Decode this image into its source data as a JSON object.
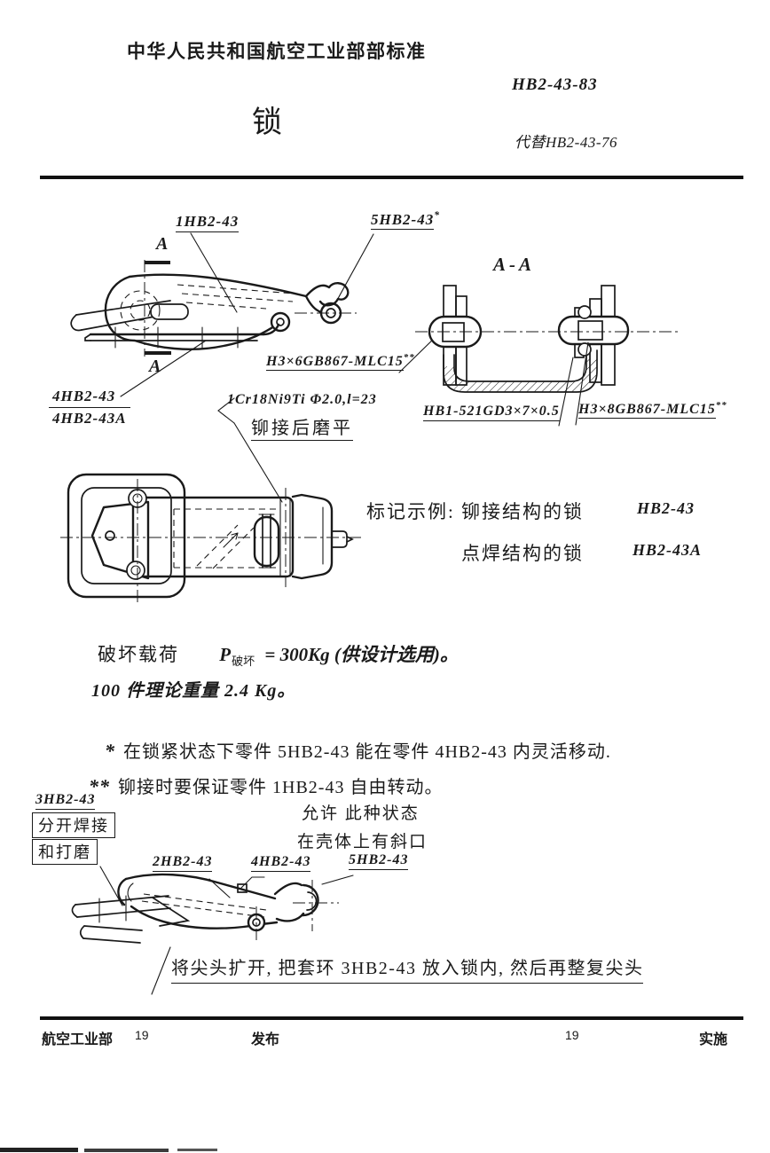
{
  "header": {
    "ministry": "中华人民共和国航空工业部部标准",
    "std_no": "HB2-43-83",
    "title": "锁",
    "replaces": "代替HB2-43-76"
  },
  "fig1": {
    "part1": "1HB2-43",
    "part5": "5HB2-43",
    "part5_sup": "*",
    "section_a_top": "A",
    "section_a_bottom": "A",
    "part4": "4HB2-43",
    "part4a": "4HB2-43A",
    "rivet6": "H3×6GB867-MLC15",
    "rivet6_sup": "**",
    "wire": "1Cr18Ni9Ti Φ2.0,l=23",
    "wire_note": "铆接后磨平"
  },
  "fig2": {
    "title": "A-A",
    "washer": "HB1-521GD3×7×0.5",
    "rivet8": "H3×8GB867-MLC15",
    "rivet8_sup": "**"
  },
  "marking": {
    "lead": "标记示例:",
    "riveted": "铆接结构的锁",
    "riveted_code": "HB2-43",
    "welded": "点焊结构的锁",
    "welded_code": "HB2-43A"
  },
  "specs": {
    "load_label": "破坏载荷",
    "load_symbol": "P",
    "load_sub": "破坏",
    "load_value": "= 300Kg (供设计选用)。",
    "weight": "100 件理论重量 2.4 Kg。"
  },
  "notes": {
    "n1_marker": "*",
    "n1": "在锁紧状态下零件 5HB2-43 能在零件 4HB2-43 内灵活移动.",
    "n2_marker": "**",
    "n2": "铆接时要保证零件 1HB2-43 自由转动。"
  },
  "fig4": {
    "part3": "3HB2-43",
    "weld_note1": "分开焊接",
    "weld_note2": "和打磨",
    "allow1": "允许  此种状态",
    "allow2": "在壳体上有斜口",
    "part2": "2HB2-43",
    "part4": "4HB2-43",
    "part5": "5HB2-43",
    "caption": "将尖头扩开, 把套环 3HB2-43 放入锁内, 然后再整复尖头"
  },
  "footer": {
    "dept": "航空工业部",
    "dept_num": "19",
    "publish": "发布",
    "impl_num": "19",
    "implement": "实施"
  }
}
